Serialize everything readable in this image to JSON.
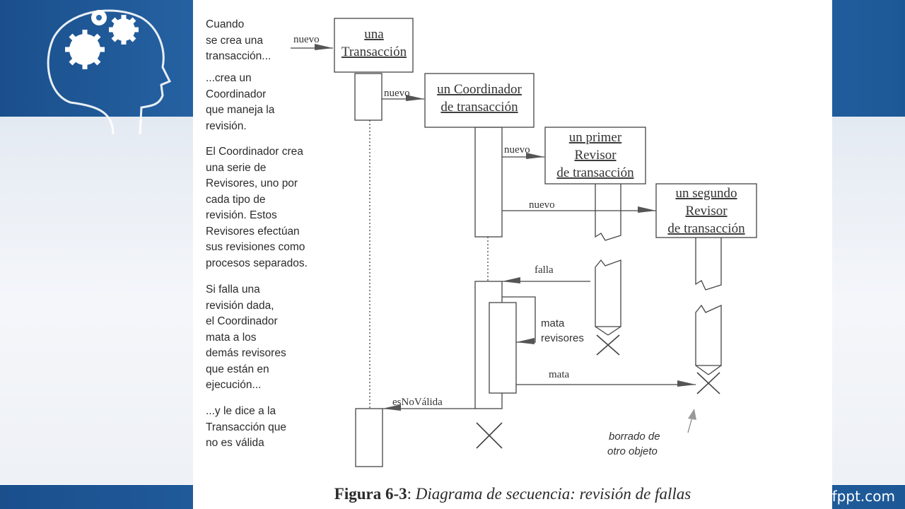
{
  "slide": {
    "watermark": "fppt.com",
    "colors": {
      "band": "#2a69ab",
      "line": "#444444",
      "arrow": "#555555"
    }
  },
  "annotations": [
    "Cuando\nse crea una\ntransacción...",
    "...crea un\nCoordinador\nque maneja la\nrevisión.",
    "El Coordinador crea\nuna serie de\nRevisores, uno por\ncada tipo de\nrevisión. Estos\nRevisores efectúan\nsus revisiones como\nprocesos separados.",
    "Si falla una\nrevisión dada,\nel Coordinador\nmata a los\ndemás revisores\nque están en\nejecución...",
    "...y le dice a la\nTransacción que\nno es válida"
  ],
  "objects": [
    {
      "id": "transaccion",
      "lines": [
        "una",
        "Transacción"
      ]
    },
    {
      "id": "coordinador",
      "lines": [
        "un Coordinador",
        "de transacción"
      ]
    },
    {
      "id": "revisor1",
      "lines": [
        "un primer",
        "Revisor",
        "de transacción"
      ]
    },
    {
      "id": "revisor2",
      "lines": [
        "un segundo",
        "Revisor",
        "de transacción"
      ]
    }
  ],
  "messages": [
    {
      "id": "nuevo-transaccion",
      "label": "nuevo"
    },
    {
      "id": "nuevo-coordinador",
      "label": "nuevo"
    },
    {
      "id": "nuevo-revisor1",
      "label": "nuevo"
    },
    {
      "id": "nuevo-revisor2",
      "label": "nuevo"
    },
    {
      "id": "falla",
      "label": "falla"
    },
    {
      "id": "mata-revisores",
      "label": "mata\nrevisores"
    },
    {
      "id": "mata",
      "label": "mata"
    },
    {
      "id": "esNoValida",
      "label": "esNoVálida"
    }
  ],
  "note": "borrado de\notro objeto",
  "caption": {
    "number": "Figura 6-3",
    "separator": ": ",
    "title": "Diagrama de secuencia: revisión de fallas"
  }
}
